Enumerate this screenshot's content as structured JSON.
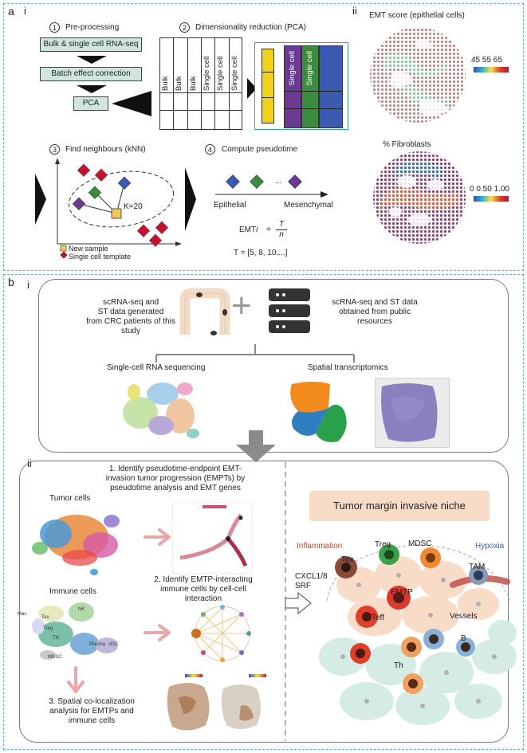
{
  "panel_a": {
    "letter": "a",
    "sub_i": "i",
    "sub_ii": "ii",
    "step1": {
      "num": "1",
      "title": "Pre-processing",
      "box1": "Bulk & single cell RNA-seq",
      "box2": "Batch effect correction",
      "box3": "PCA"
    },
    "step2": {
      "num": "2",
      "title": "Dimensionality reduction (PCA)",
      "cols": [
        "Bulk",
        "Bulk",
        "Bulk",
        "Single cell",
        "Single cell",
        "Single cell"
      ],
      "rcols": [
        "Single cell",
        "Single cell"
      ]
    },
    "step3": {
      "num": "3",
      "title": "Find neighbours (kNN)",
      "k_label": "K=20",
      "legend_new": "New sample",
      "legend_template": "Single cell template"
    },
    "step4": {
      "num": "4",
      "title": "Compute pseudotime",
      "dots": "...",
      "left": "Epithelial",
      "right": "Mesenchymal",
      "formula_lhs": "EMT",
      "formula_i": "i",
      "formula_eq": "=",
      "formula_num": "T",
      "formula_den": "n",
      "t_values": "T = [5, 8, 10,...]"
    },
    "map1": {
      "title": "EMT score (epithelial cells)",
      "ticks": "45 55 65"
    },
    "map2": {
      "title": "% Fibroblasts",
      "ticks": "0 0.50 1.00"
    }
  },
  "panel_b": {
    "letter": "b",
    "sub_i": "i",
    "sub_ii": "ii",
    "left_text": [
      "scRNA-seq and",
      "ST data generated",
      "from CRC patients of this study"
    ],
    "right_text": [
      "scRNA-seq and ST data",
      "obtained from public",
      "resources"
    ],
    "plus": "+",
    "branch_left": "Single-cell RNA sequencing",
    "branch_right": "Spatial transcriptomics",
    "step1_text": [
      "1. Identify pseudotime-endpoint EMT-",
      "invasion tumor progression (EMPTs) by",
      "pseudotime analysis and EMT genes"
    ],
    "tumor_cells": "Tumor cells",
    "immune_cells": "Immune cells",
    "step2_text": [
      "2. Identify EMTP-interacting",
      "immune cells by cell-cell",
      "interaction"
    ],
    "step3_text": [
      "3. Spatial co-localization",
      "analysis for EMTPs and",
      "immune cells"
    ],
    "umap_labels": [
      "Mac",
      "Tex",
      "NK",
      "Treg",
      "TH",
      "Plasma",
      "cDC",
      "MDSC"
    ],
    "niche_title": "Tumor margin invasive niche",
    "inflammation": "Inflammation",
    "hypoxia": "Hypoxia",
    "cxcl": [
      "CXCL1/8",
      "SRF"
    ],
    "cells": [
      "Tex",
      "Treg",
      "MDSC",
      "TAM",
      "EMTP",
      "Teff",
      "Vessels",
      "B",
      "Th"
    ]
  },
  "colors": {
    "dashed_border": "#5fb0d8",
    "grey_box": "#cfe6df",
    "yellow": "#f2d11b",
    "purple": "#6a3a92",
    "green": "#3c8c3e",
    "blue": "#3a5bb0",
    "red_diamond": "#c8102e",
    "niche_bg": "#f8dcc8",
    "inflammation": "#b04a2a",
    "hypoxia": "#3a5bb0"
  }
}
